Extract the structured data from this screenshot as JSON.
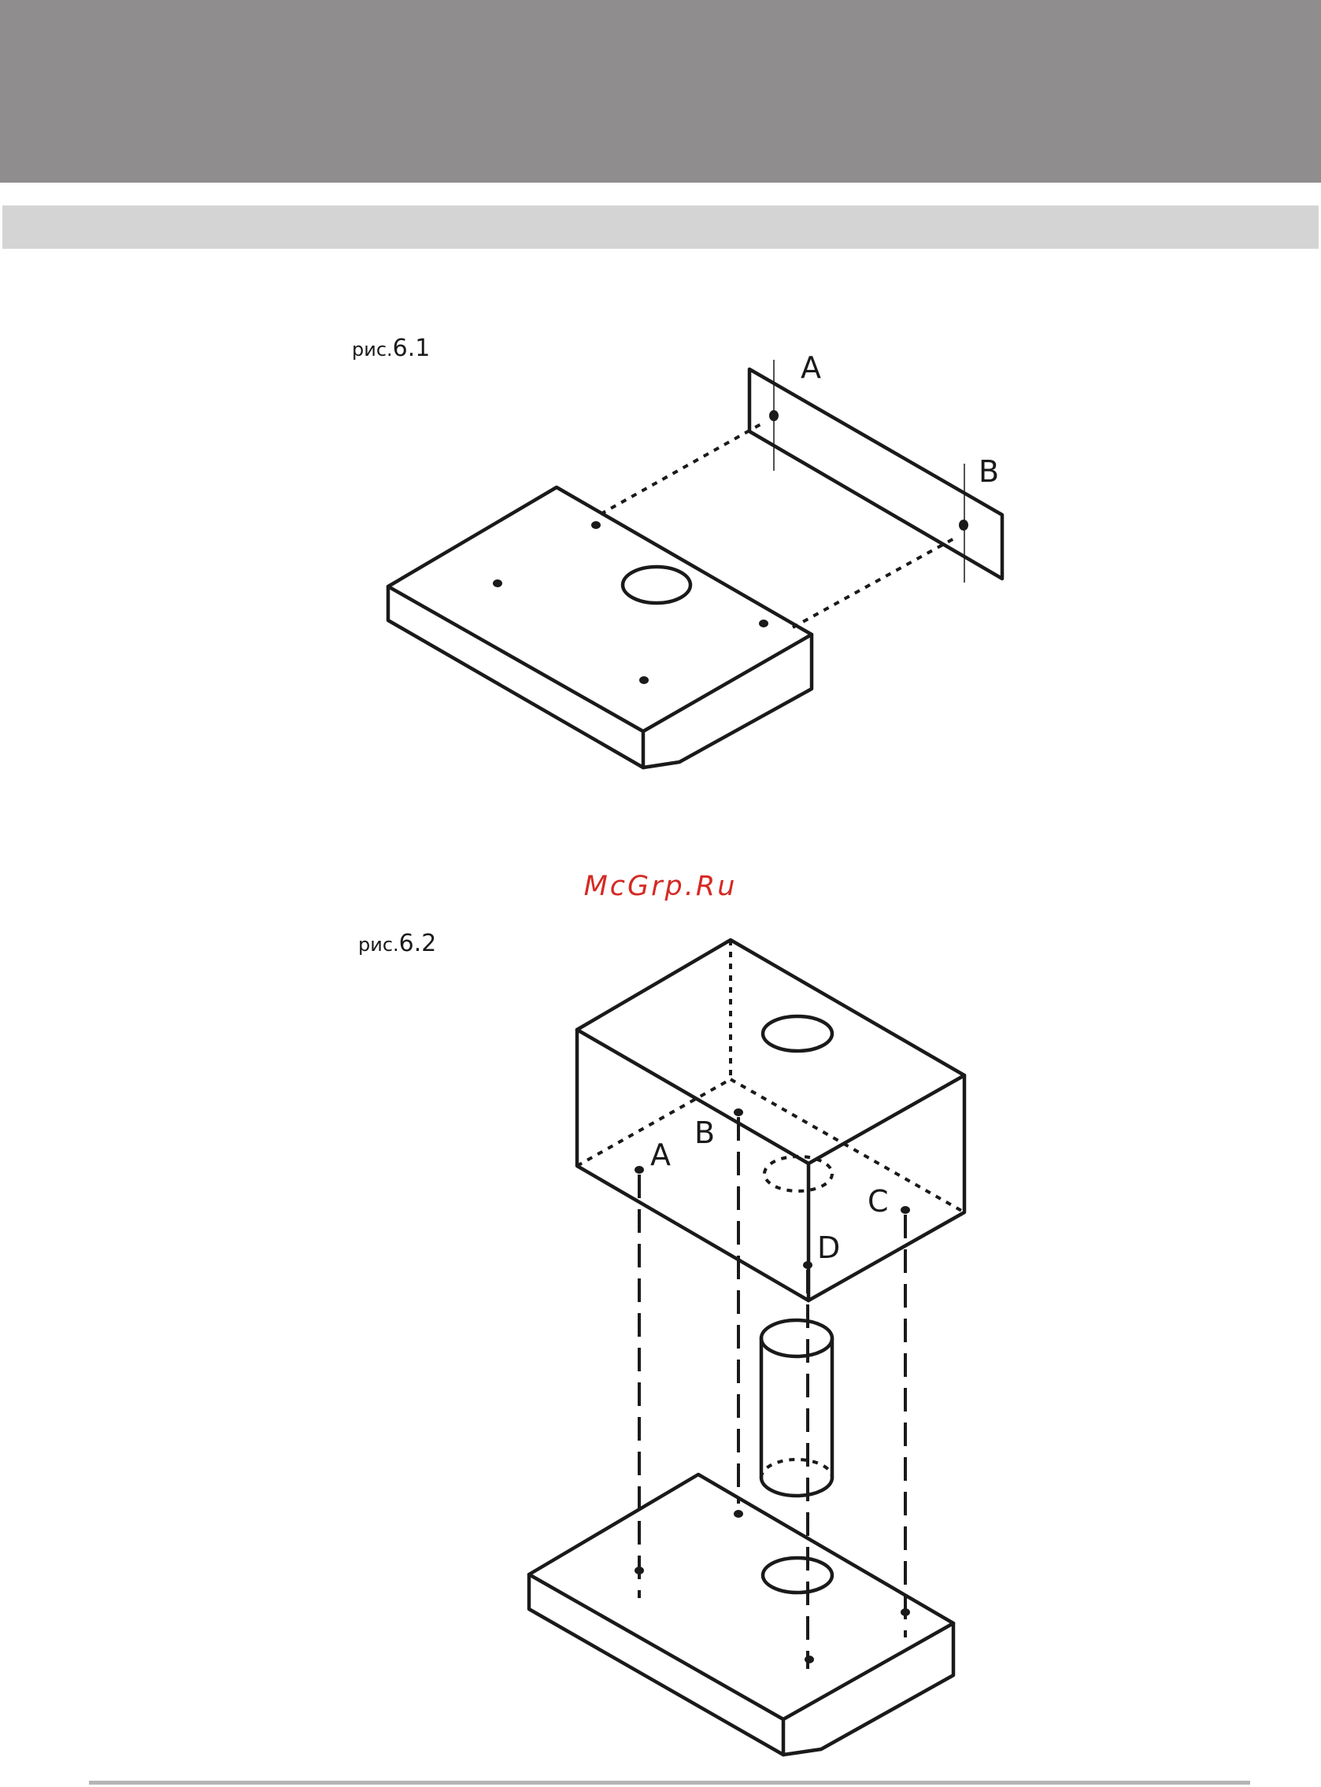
{
  "figure1": {
    "caption_prefix": "рис.",
    "caption_number": "6.1",
    "labels": {
      "a": "A",
      "b": "B"
    }
  },
  "figure2": {
    "caption_prefix": "рис.",
    "caption_number": "6.2",
    "labels": {
      "a": "A",
      "b": "B",
      "c": "C",
      "d": "D"
    }
  },
  "watermark": "McGrp.Ru",
  "colors": {
    "header_band": "#8f8d8e",
    "sub_band": "#d4d4d4",
    "line": "#1a1a1a",
    "watermark": "#d42a24"
  }
}
